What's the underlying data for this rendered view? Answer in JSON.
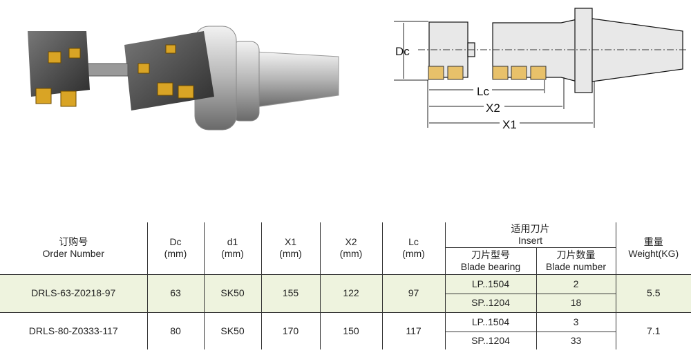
{
  "drawing": {
    "labels": {
      "dc": "Dc",
      "lc": "Lc",
      "x2": "X2",
      "x1": "X1"
    }
  },
  "table": {
    "headers": {
      "order_cn": "订购号",
      "order_en": "Order Number",
      "dc": "Dc",
      "dc_unit": "(mm)",
      "d1": "d1",
      "d1_unit": "(mm)",
      "x1": "X1",
      "x1_unit": "(mm)",
      "x2": "X2",
      "x2_unit": "(mm)",
      "lc": "Lc",
      "lc_unit": "(mm)",
      "insert_cn": "适用刀片",
      "insert_en": "Insert",
      "blade_bearing_cn": "刀片型号",
      "blade_bearing_en": "Blade bearing",
      "blade_number_cn": "刀片数量",
      "blade_number_en": "Blade number",
      "weight_cn": "重量",
      "weight_en": "Weight(KG)"
    },
    "rows": [
      {
        "order": "DRLS-63-Z0218-97",
        "dc": "63",
        "d1": "SK50",
        "x1": "155",
        "x2": "122",
        "lc": "97",
        "inserts": [
          {
            "bearing": "LP..1504",
            "number": "2"
          },
          {
            "bearing": "SP..1204",
            "number": "18"
          }
        ],
        "weight": "5.5"
      },
      {
        "order": "DRLS-80-Z0333-117",
        "dc": "80",
        "d1": "SK50",
        "x1": "170",
        "x2": "150",
        "lc": "117",
        "inserts": [
          {
            "bearing": "LP..1504",
            "number": "3"
          },
          {
            "bearing": "SP..1204",
            "number": "33"
          }
        ],
        "weight": "7.1"
      }
    ]
  }
}
